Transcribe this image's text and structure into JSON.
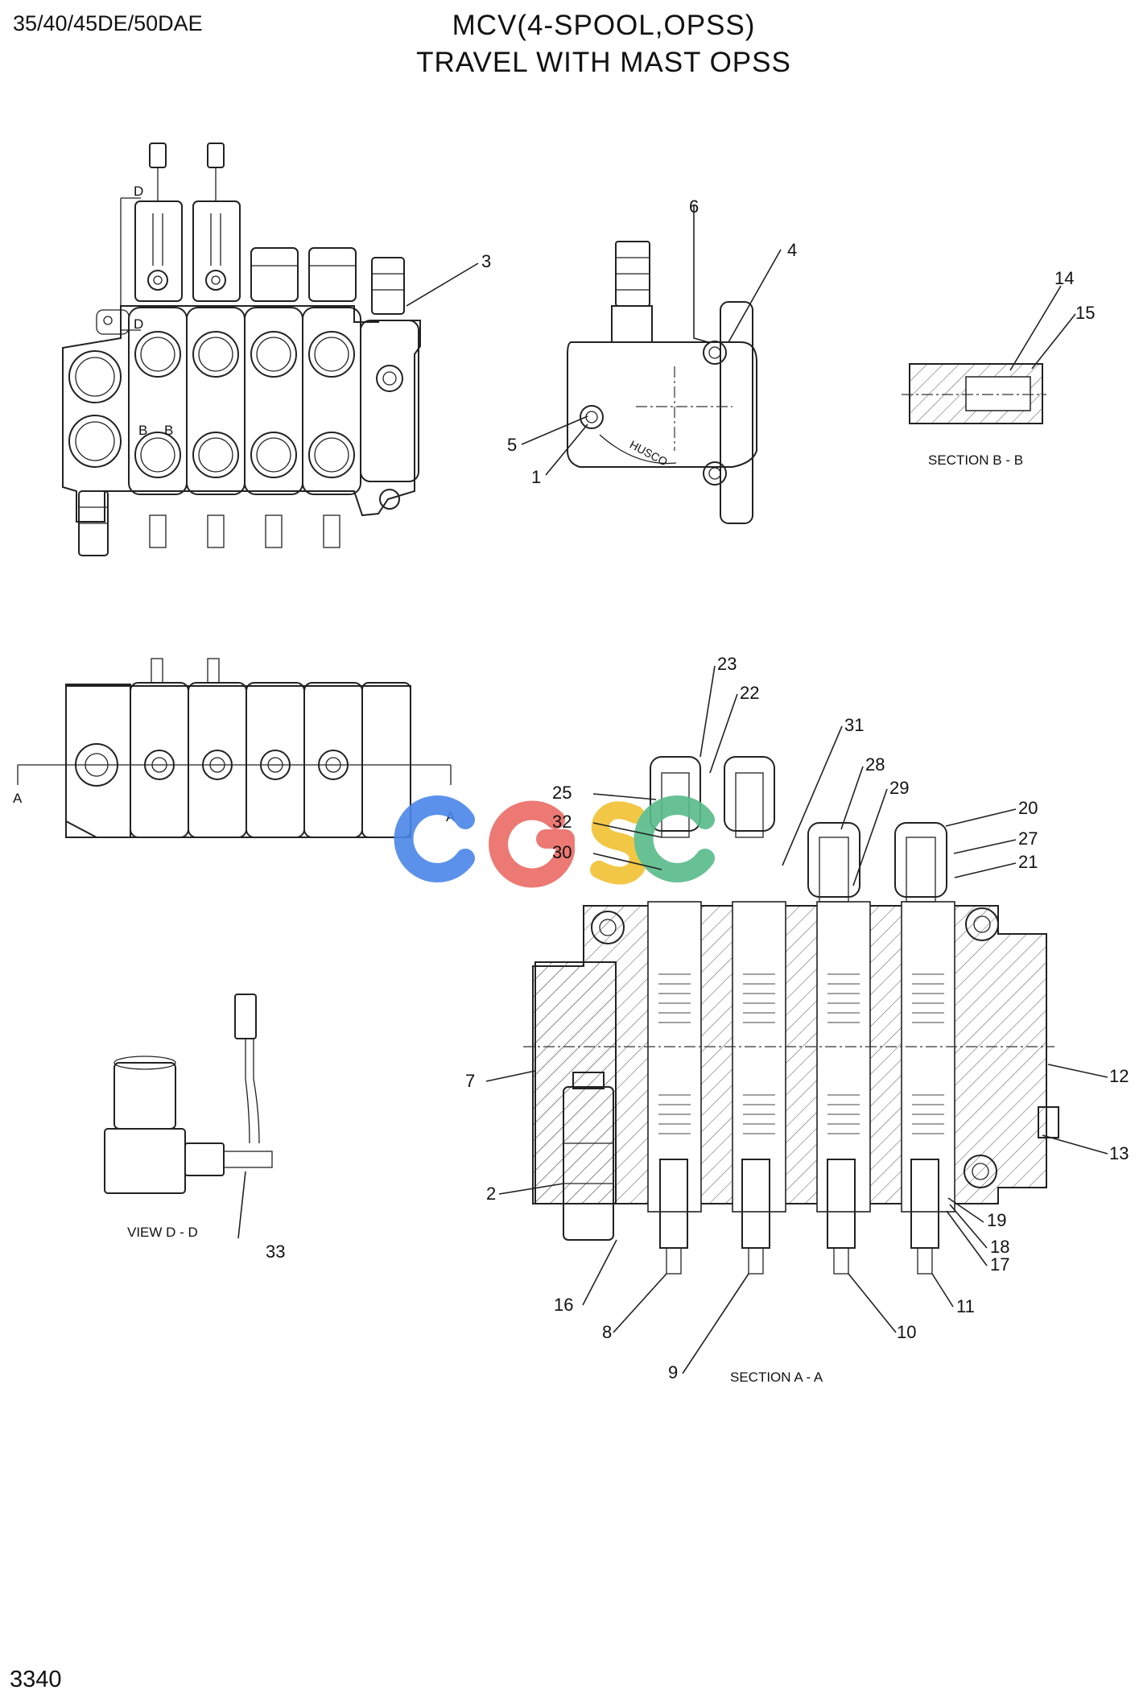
{
  "header": {
    "model": "35/40/45DE/50DAE",
    "title_line1": "MCV(4-SPOOL,OPSS)",
    "title_line2": "TRAVEL WITH MAST OPSS"
  },
  "footer": {
    "page_number": "3340"
  },
  "views": {
    "section_bb": "SECTION B - B",
    "view_dd": "VIEW D - D",
    "section_aa": "SECTION A - A"
  },
  "section_markers": {
    "a": "A",
    "b": "B",
    "d": "D"
  },
  "logo_text": "CGSC",
  "logo_colors": {
    "c1": "#4a86e8",
    "g": "#ea6b66",
    "s": "#f2c232",
    "c2": "#57bb8a"
  },
  "callouts": {
    "c1": "1",
    "c2": "2",
    "c3": "3",
    "c4": "4",
    "c5": "5",
    "c6": "6",
    "c7": "7",
    "c8": "8",
    "c9": "9",
    "c10": "10",
    "c11": "11",
    "c12": "12",
    "c13": "13",
    "c14": "14",
    "c15": "15",
    "c16": "16",
    "c17": "17",
    "c18": "18",
    "c19": "19",
    "c20": "20",
    "c21": "21",
    "c22": "22",
    "c23": "23",
    "c25": "25",
    "c27": "27",
    "c28": "28",
    "c29": "29",
    "c30": "30",
    "c31": "31",
    "c32": "32",
    "c33": "33"
  }
}
